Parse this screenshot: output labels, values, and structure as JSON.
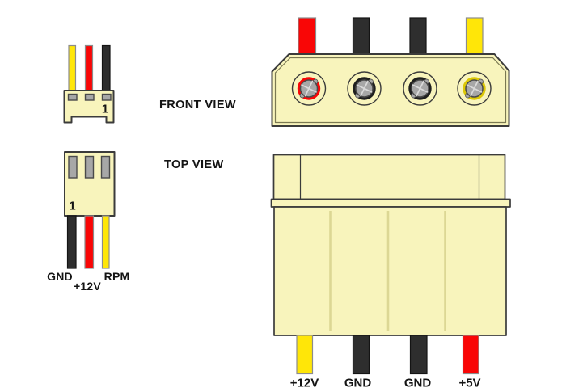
{
  "colors": {
    "background": "#FFFFFF",
    "connector_body": "#F8F4BC",
    "outline": "#3B3B3B",
    "wire_yellow": "#FFE608",
    "wire_red": "#F90606",
    "wire_black": "#2E2E2E",
    "pin_gray": "#A7A7A7",
    "pin_ring_black": "#1F1F1F",
    "pin_ring_yellow": "#DCC806",
    "groove": "#DCD794",
    "text": "#141414"
  },
  "view_labels": {
    "front": "FRONT VIEW",
    "top": "TOP VIEW"
  },
  "fan_connector": {
    "pin1_label": "1",
    "front_wire_colors": [
      "yellow",
      "red",
      "black"
    ],
    "top_wire_colors": [
      "black",
      "red",
      "yellow"
    ],
    "wire_labels": [
      "GND",
      "+12V",
      "RPM"
    ]
  },
  "molex_connector": {
    "front_wire_colors": [
      "red",
      "black",
      "black",
      "yellow"
    ],
    "top_wire_colors": [
      "yellow",
      "black",
      "black",
      "red"
    ],
    "wire_labels": [
      "+12V",
      "GND",
      "GND",
      "+5V"
    ]
  }
}
